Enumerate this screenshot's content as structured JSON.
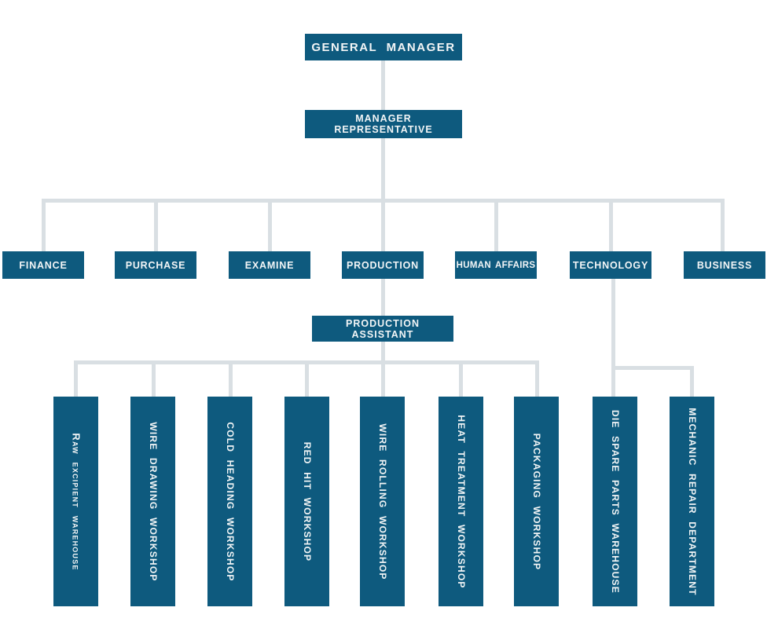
{
  "colors": {
    "box_fill": "#0e5a7e",
    "box_text": "#f2f5f6",
    "connector": "#d9dfe3"
  },
  "org": {
    "root": {
      "label": "GENERAL MANAGER"
    },
    "representative": {
      "label": "MANAGER REPRESENTATIVE"
    },
    "departments": [
      {
        "label": "FINANCE"
      },
      {
        "label": "PURCHASE"
      },
      {
        "label": "EXAMINE"
      },
      {
        "label": "PRODUCTION"
      },
      {
        "label": "HUMAN AFFAIRS"
      },
      {
        "label": "TECHNOLOGY"
      },
      {
        "label": "BUSINESS"
      }
    ],
    "production_assistant": {
      "label": "PRODUCTION ASSISTANT"
    },
    "production_units": [
      {
        "label": "Raw excipient warehouse"
      },
      {
        "label": "WIRE DRAWING WORKSHOP"
      },
      {
        "label": "COLD HEADING WORKSHOP"
      },
      {
        "label": "RED HIT WORKSHOP"
      },
      {
        "label": "WIRE ROLLING WORKSHOP"
      },
      {
        "label": "HEAT TREATMENT WORKSHOP"
      },
      {
        "label": "PACKAGING WORKSHOP"
      }
    ],
    "technology_units": [
      {
        "label": "DIE SPARE PARTS WAREHOUSE"
      },
      {
        "label": "MECHANIC REPAIR DEPARTMENT"
      }
    ]
  }
}
